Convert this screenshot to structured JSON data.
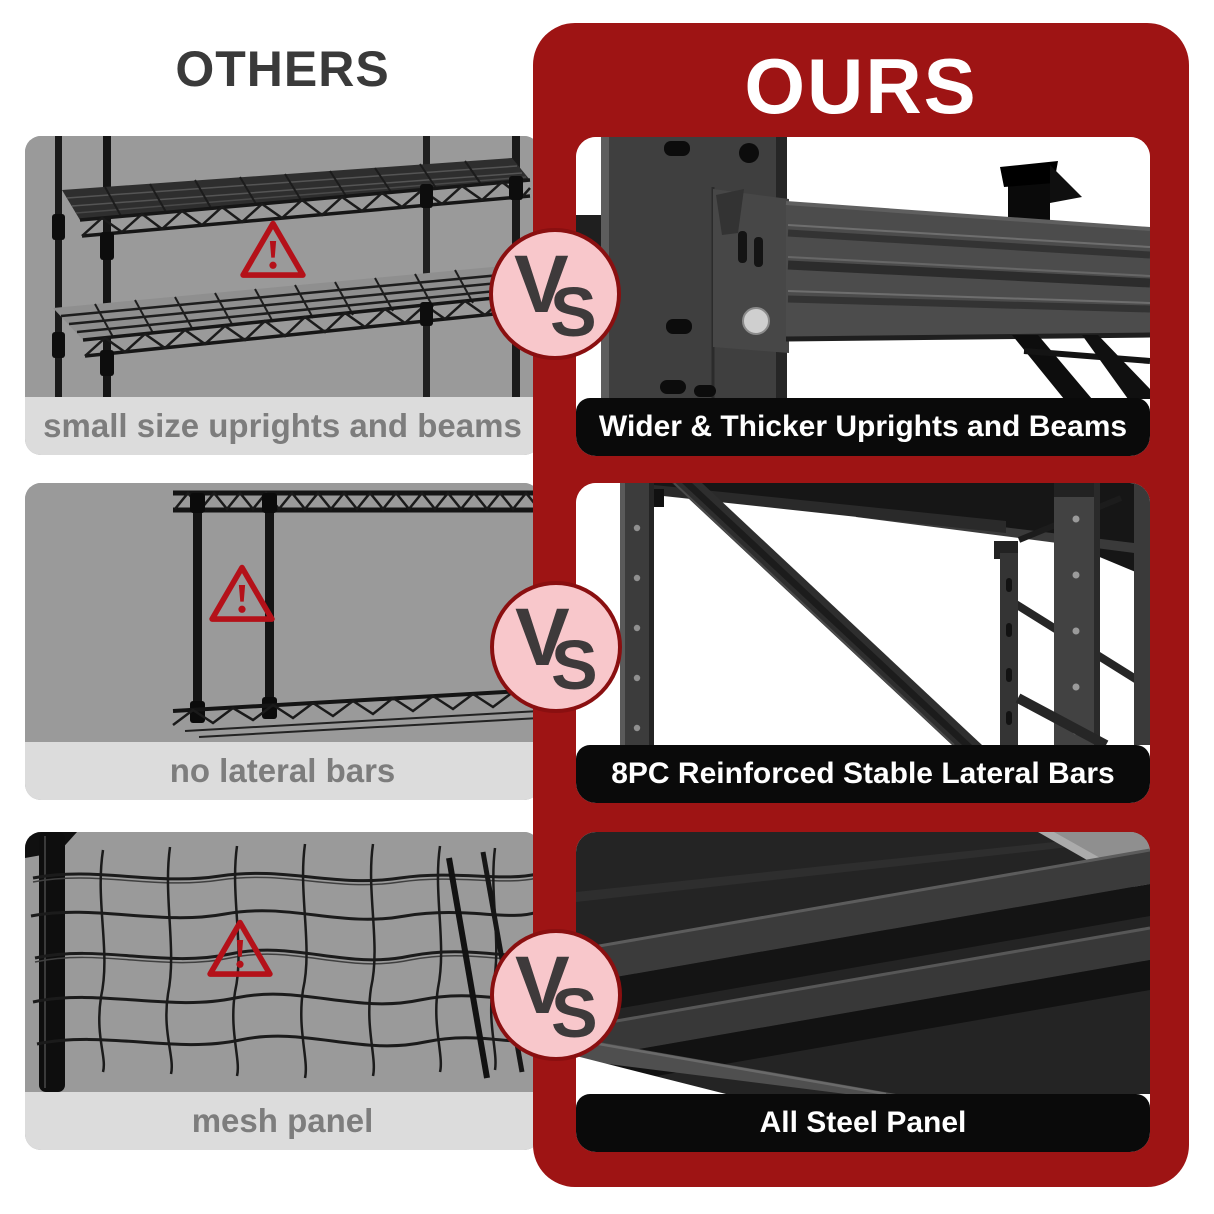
{
  "left_column": {
    "title": "OTHERS",
    "rows": [
      {
        "caption": "small size uprights and beams"
      },
      {
        "caption": "no lateral bars"
      },
      {
        "caption": "mesh panel"
      }
    ]
  },
  "right_column": {
    "title": "OURS",
    "rows": [
      {
        "caption": "Wider & Thicker Uprights and Beams"
      },
      {
        "caption": "8PC Reinforced Stable Lateral Bars"
      },
      {
        "caption": "All Steel Panel"
      }
    ]
  },
  "vs_badge": {
    "v": "V",
    "s": "S"
  },
  "colors": {
    "brand_red": "#9e1414",
    "badge_pink": "#f8c7cb",
    "badge_ring_red": "#8a0f10",
    "badge_text": "#3e3a3b",
    "caption_bar_black": "#0a0a0a",
    "left_caption_bg": "#dcdcdc",
    "left_caption_text": "#7d7d7d",
    "left_photo_bg": "#9a9a9a",
    "warning_red": "#b41119",
    "others_title_text": "#3a3a3a",
    "ours_title_text": "#ffffff"
  }
}
